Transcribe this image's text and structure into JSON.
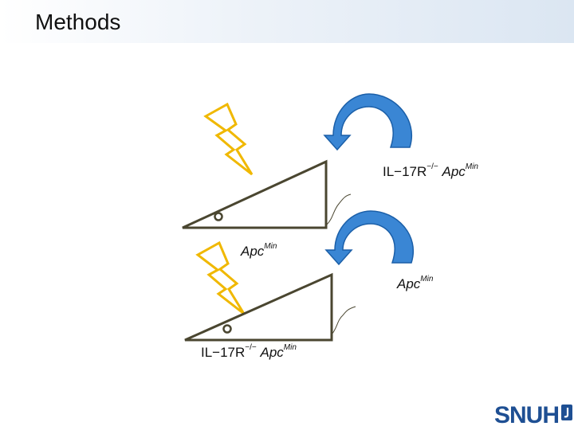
{
  "header": {
    "title": "Methods"
  },
  "labels": {
    "top_right": {
      "gene": "IL−17R",
      "ko": "−/−",
      "apc": "Apc",
      "apc_sup": "Min"
    },
    "top_left": {
      "apc": "Apc",
      "apc_sup": "Min"
    },
    "bottom_right": {
      "apc": "Apc",
      "apc_sup": "Min"
    },
    "bottom_left": {
      "gene": "IL−17R",
      "ko": "−/−",
      "apc": "Apc",
      "apc_sup": "Min"
    }
  },
  "logo": {
    "text": "SNUH",
    "mark": "J"
  },
  "colors": {
    "triangle_stroke": "#4a4630",
    "bolt_stroke": "#f0b800",
    "arrow_fill": "#3a86d4",
    "arrow_stroke": "#1b5fa8",
    "logo": "#1e4f93"
  }
}
